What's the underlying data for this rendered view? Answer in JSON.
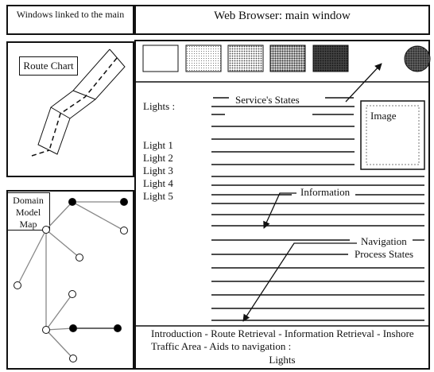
{
  "header": {
    "left_title": "Windows linked to the main",
    "main_title": "Web Browser: main window"
  },
  "route_panel": {
    "label": "Route Chart"
  },
  "domain_panel": {
    "label_line1": "Domain",
    "label_line2": "Model",
    "label_line3": "Map"
  },
  "main": {
    "lights_label": "Lights :",
    "light_items": [
      "Light 1",
      "Light 2",
      "Light 3",
      "Light 4",
      "Light 5"
    ],
    "service_states": "Service's States",
    "image_label": "Image",
    "information": "Information",
    "navigation_line1": "Navigation",
    "navigation_line2": "Process States"
  },
  "footer": {
    "line1": "Introduction - Route Retrieval - Information Retrieval - Inshore",
    "line2": "Traffic Area - Aids to navigation :",
    "line3": "Lights"
  },
  "swatches": [
    "#ffffff",
    "#dcdcdc",
    "#b9b9b9",
    "#8f8f8f",
    "#3a3a3a"
  ],
  "circle_color": "#3c3c3c"
}
